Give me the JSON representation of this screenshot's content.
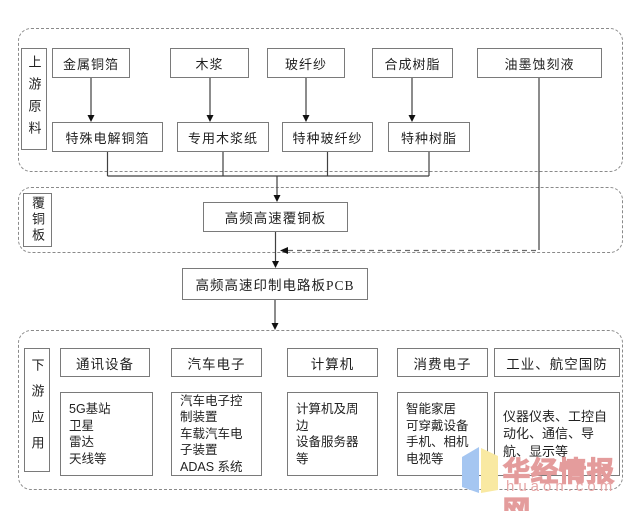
{
  "upstream": {
    "label": "上游原料",
    "materials": [
      "金属铜箔",
      "木浆",
      "玻纤纱",
      "合成树脂",
      "油墨蚀刻液"
    ],
    "processed": [
      "特殊电解铜箔",
      "专用木浆纸",
      "特种玻纤纱",
      "特种树脂"
    ]
  },
  "midstream": {
    "label": "覆铜板",
    "node": "高频高速覆铜板"
  },
  "pcb": {
    "node": "高频高速印制电路板PCB"
  },
  "downstream": {
    "label": "下游应用",
    "columns": [
      {
        "header": "通讯设备",
        "items": "5G基站\n卫星\n雷达\n天线等"
      },
      {
        "header": "汽车电子",
        "items": "汽车电子控制装置\n车载汽车电子装置\nADAS 系统"
      },
      {
        "header": "计算机",
        "items": "计算机及周边\n设备服务器等"
      },
      {
        "header": "消费电子",
        "items": "智能家居\n可穿戴设备\n手机、相机\n电视等"
      },
      {
        "header": "工业、航空国防",
        "items": "仪器仪表、工控自动化、通信、导航、显示等"
      }
    ]
  },
  "watermark": {
    "brand": "华经情报网",
    "domain": "huaon.com",
    "text_color": "#E49C9C",
    "logo_blue": "#A5C6F1",
    "logo_yellow": "#F9E9A2"
  },
  "colors": {
    "box_border": "#7A7A7A",
    "dashed_border": "#8A8A8A",
    "line": "#404040",
    "text": "#1F1F1F"
  }
}
